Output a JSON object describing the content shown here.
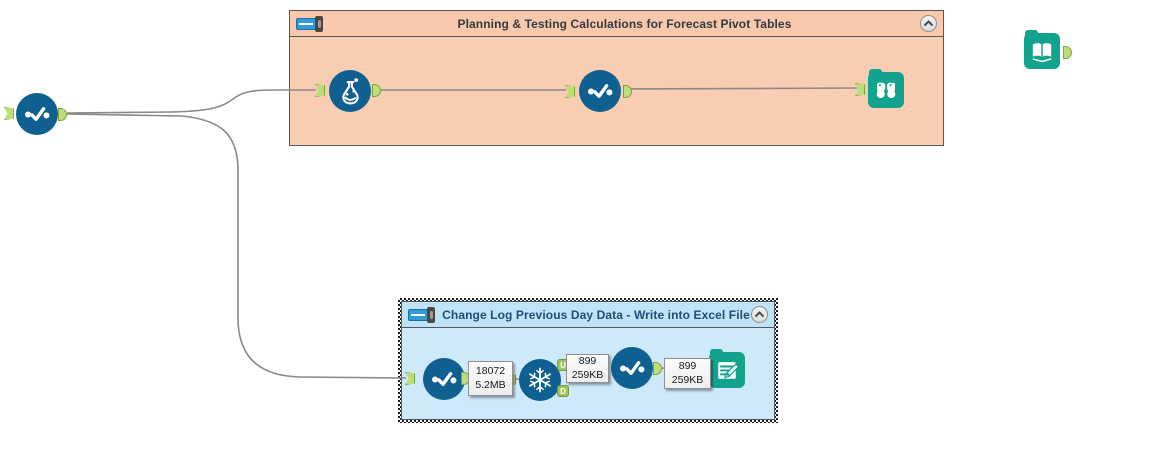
{
  "app": "workflow-canvas",
  "colors": {
    "tool_blue": "#0F5F90",
    "tool_teal": "#12A38E",
    "anchor_green": "#BCDD78",
    "container_peach": "#F9CDB2",
    "container_blue": "#CDE9FA",
    "peach_title_color": "#333A40",
    "blue_title_color": "#1F4E79",
    "wire_gray": "#8A8A8A"
  },
  "containers": [
    {
      "title": "Planning & Testing Calculations for Forecast Pivot Tables"
    },
    {
      "title": "Change Log Previous Day Data - Write into Excel File"
    }
  ],
  "annotations": [
    {
      "lines": [
        "18072",
        "5.2MB"
      ]
    },
    {
      "lines": [
        "899",
        "259KB"
      ]
    },
    {
      "lines": [
        "899",
        "259KB"
      ]
    }
  ],
  "unique_ports": {
    "up": "U",
    "down": "D"
  },
  "icons": [
    "select-check-icon",
    "flask-formula-icon",
    "binoculars-browse-icon",
    "snowflake-unique-icon",
    "output-document-pencil-icon",
    "open-book-icon",
    "container-header-icon",
    "collapse-chevron-icon"
  ]
}
